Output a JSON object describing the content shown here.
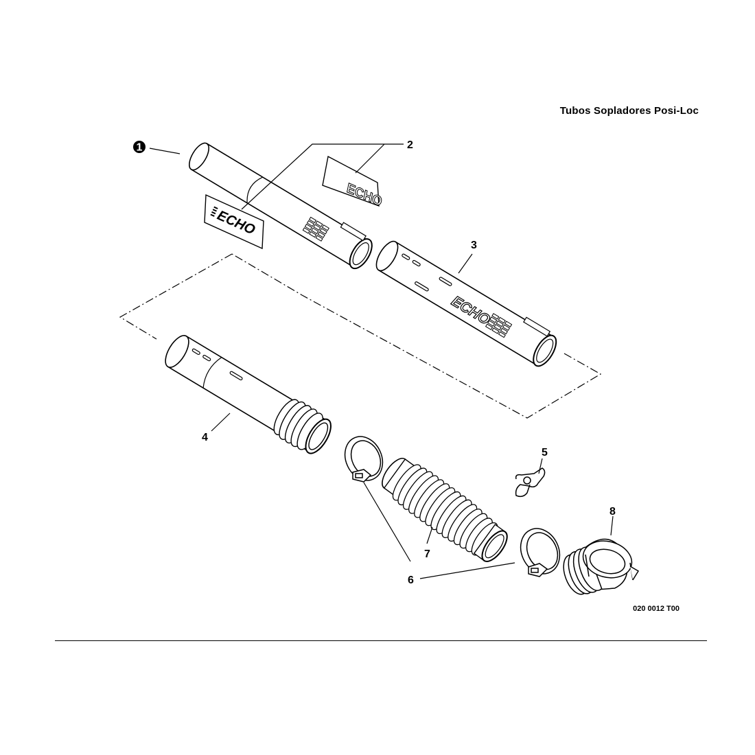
{
  "header": {
    "title": "Tubos Sopladores Posi-Loc"
  },
  "callouts": {
    "part_1": "1",
    "part_2": "2",
    "part_3": "3",
    "part_4": "4",
    "part_5": "5",
    "part_6": "6",
    "part_7": "7",
    "part_8": "8"
  },
  "decals": {
    "logo_text": "ECHO"
  },
  "diagram_code": "020 0012 T00"
}
